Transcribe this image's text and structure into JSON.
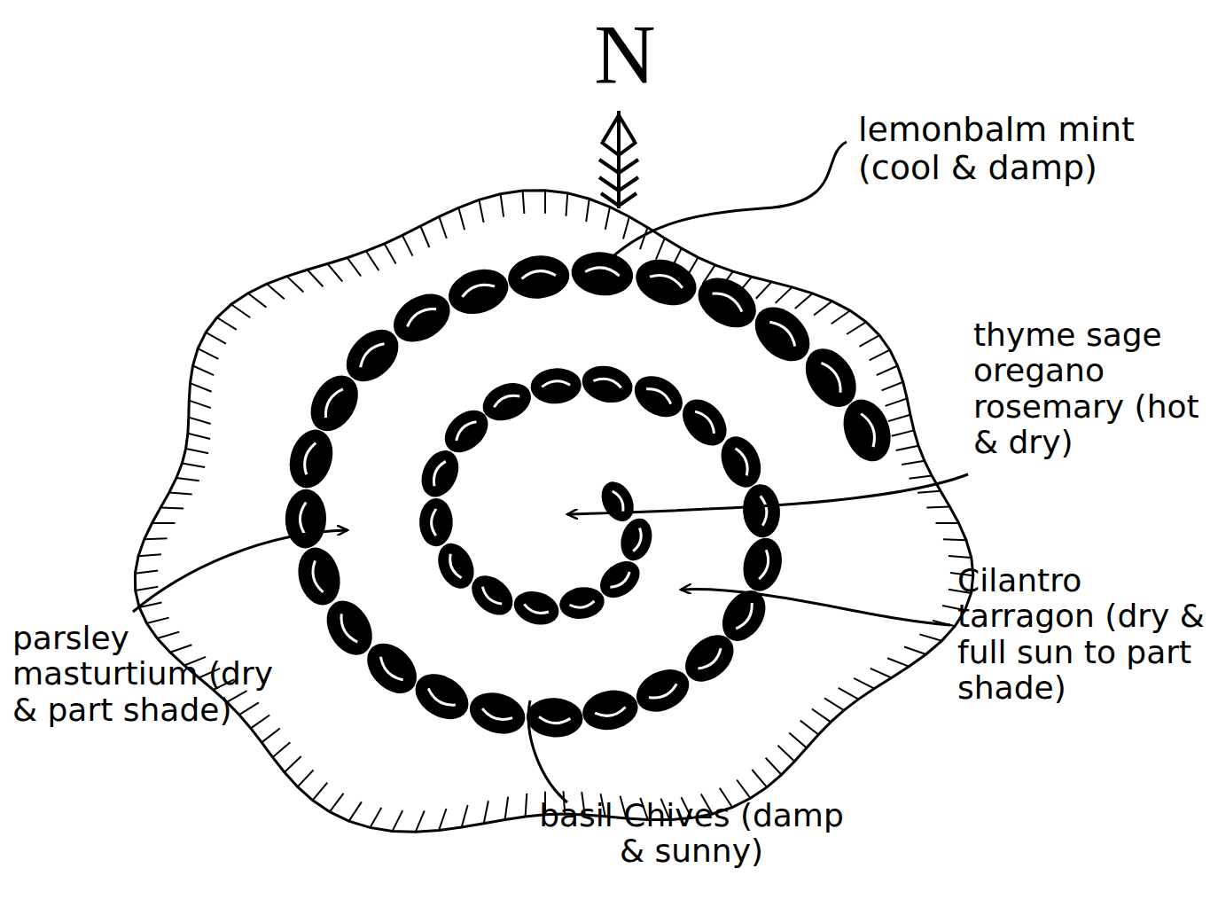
{
  "diagram": {
    "labels": [
      "N",
      "lemonbalm mint (cool & damp)",
      "thyme sage oregano rosemary (hot & dry)",
      "Cilantro tarragon (dry & full sun to part shade)",
      "parsley masturtium (dry & part shade)",
      "basil Chives (damp & sunny)"
    ]
  }
}
